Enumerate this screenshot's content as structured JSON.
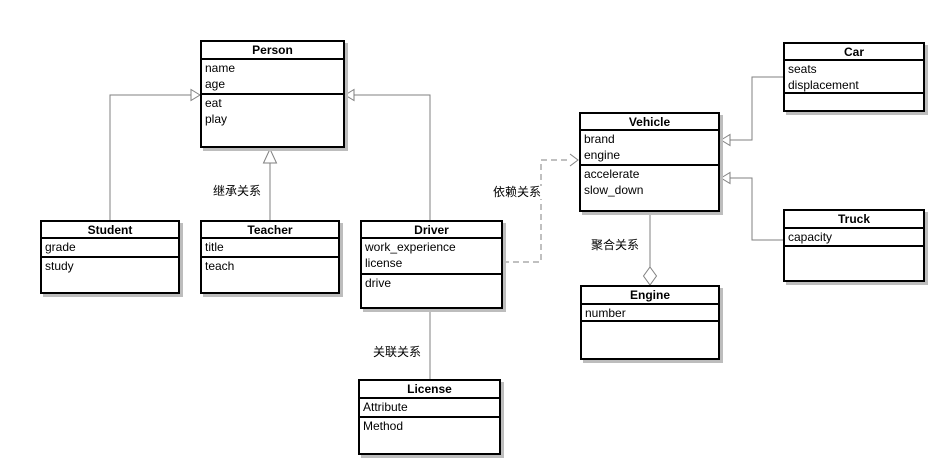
{
  "diagram": {
    "type": "uml-class-diagram",
    "background": "#ffffff",
    "colors": {
      "box_border": "#000000",
      "box_fill": "#ffffff",
      "box_shadow": "#bdbdbd",
      "edge_line": "#808080",
      "text": "#000000"
    }
  },
  "classes": [
    {
      "name": "Person",
      "attributes": [
        "name",
        "age"
      ],
      "methods": [
        "eat",
        "play"
      ]
    },
    {
      "name": "Student",
      "attributes": [
        "grade"
      ],
      "methods": [
        "study"
      ]
    },
    {
      "name": "Teacher",
      "attributes": [
        "title"
      ],
      "methods": [
        "teach"
      ]
    },
    {
      "name": "Driver",
      "attributes": [
        "work_experience",
        "license"
      ],
      "methods": [
        "drive"
      ]
    },
    {
      "name": "License",
      "attributes": [
        "Attribute"
      ],
      "methods": [
        "Method"
      ]
    },
    {
      "name": "Vehicle",
      "attributes": [
        "brand",
        "engine"
      ],
      "methods": [
        "accelerate",
        "slow_down"
      ]
    },
    {
      "name": "Engine",
      "attributes": [
        "number"
      ],
      "methods": []
    },
    {
      "name": "Car",
      "attributes": [
        "seats",
        "displacement"
      ],
      "methods": []
    },
    {
      "name": "Truck",
      "attributes": [
        "capacity"
      ],
      "methods": []
    }
  ],
  "relationships": [
    {
      "from": "Student",
      "to": "Person",
      "type": "generalization",
      "label": ""
    },
    {
      "from": "Teacher",
      "to": "Person",
      "type": "generalization",
      "label": "继承关系"
    },
    {
      "from": "Driver",
      "to": "Person",
      "type": "generalization",
      "label": ""
    },
    {
      "from": "Driver",
      "to": "Vehicle",
      "type": "dependency",
      "label": "依赖关系"
    },
    {
      "from": "Driver",
      "to": "License",
      "type": "association",
      "label": "关联关系"
    },
    {
      "from": "Vehicle",
      "to": "Engine",
      "type": "aggregation",
      "label": "聚合关系"
    },
    {
      "from": "Car",
      "to": "Vehicle",
      "type": "generalization",
      "label": ""
    },
    {
      "from": "Truck",
      "to": "Vehicle",
      "type": "generalization",
      "label": ""
    }
  ]
}
